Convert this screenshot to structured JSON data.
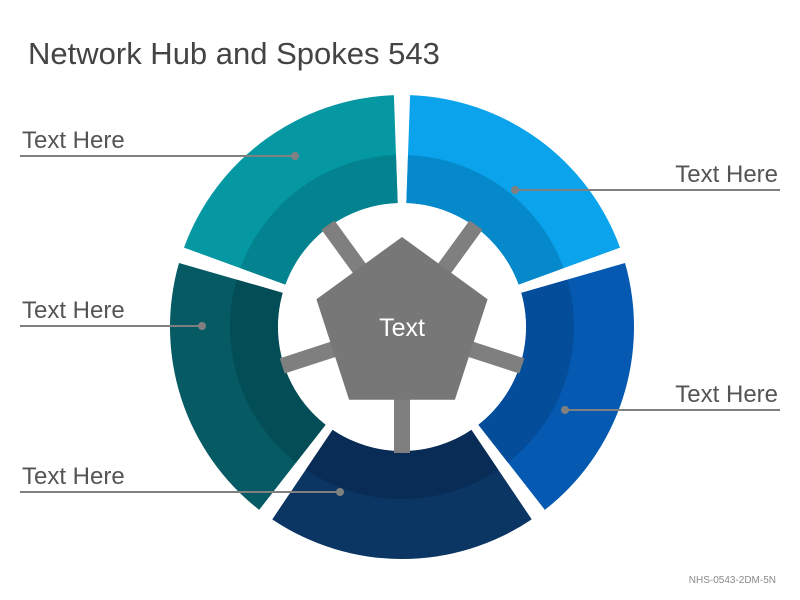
{
  "title": "Network Hub and Spokes 543",
  "hub": {
    "label": "Text",
    "color": "#777777"
  },
  "segments": [
    {
      "label": "Text Here",
      "color": "#0AA3EC",
      "inner": "#0685C6"
    },
    {
      "label": "Text Here",
      "color": "#0559B0",
      "inner": "#044B97"
    },
    {
      "label": "Text Here",
      "color": "#0B3563",
      "inner": "#082A52"
    },
    {
      "label": "Text Here",
      "color": "#055A64",
      "inner": "#044B55"
    },
    {
      "label": "Text Here",
      "color": "#0598A2",
      "inner": "#047E8C"
    }
  ],
  "connector_color": "#7F7F7F",
  "line_color": "#808080",
  "footer_code": "NHS-0543-2DM-5N"
}
